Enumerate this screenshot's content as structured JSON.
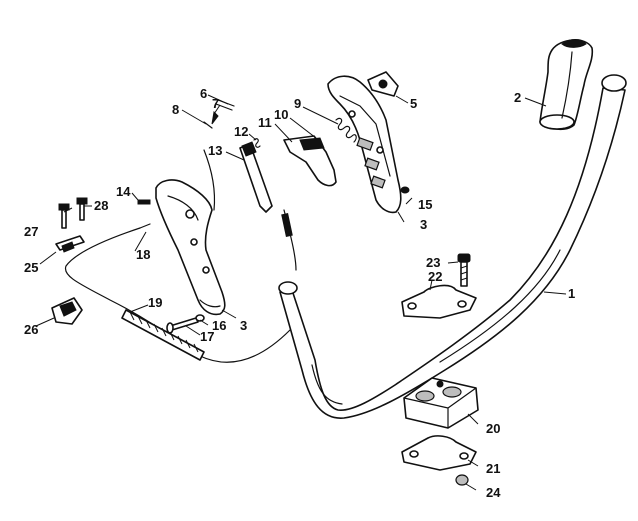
{
  "parts": [
    {
      "id": "p1",
      "label": "1"
    },
    {
      "id": "p2",
      "label": "2"
    },
    {
      "id": "p3a",
      "label": "3"
    },
    {
      "id": "p3b",
      "label": "3"
    },
    {
      "id": "p5",
      "label": "5"
    },
    {
      "id": "p6",
      "label": "6"
    },
    {
      "id": "p7",
      "label": "7"
    },
    {
      "id": "p8",
      "label": "8"
    },
    {
      "id": "p9",
      "label": "9"
    },
    {
      "id": "p10",
      "label": "10"
    },
    {
      "id": "p11",
      "label": "11"
    },
    {
      "id": "p12",
      "label": "12"
    },
    {
      "id": "p13",
      "label": "13"
    },
    {
      "id": "p14",
      "label": "14"
    },
    {
      "id": "p15",
      "label": "15"
    },
    {
      "id": "p16",
      "label": "16"
    },
    {
      "id": "p17",
      "label": "17"
    },
    {
      "id": "p18",
      "label": "18"
    },
    {
      "id": "p19",
      "label": "19"
    },
    {
      "id": "p20",
      "label": "20"
    },
    {
      "id": "p21",
      "label": "21"
    },
    {
      "id": "p22",
      "label": "22"
    },
    {
      "id": "p23",
      "label": "23"
    },
    {
      "id": "p24",
      "label": "24"
    },
    {
      "id": "p25",
      "label": "25"
    },
    {
      "id": "p26",
      "label": "26"
    },
    {
      "id": "p27",
      "label": "27"
    },
    {
      "id": "p28",
      "label": "28"
    }
  ]
}
